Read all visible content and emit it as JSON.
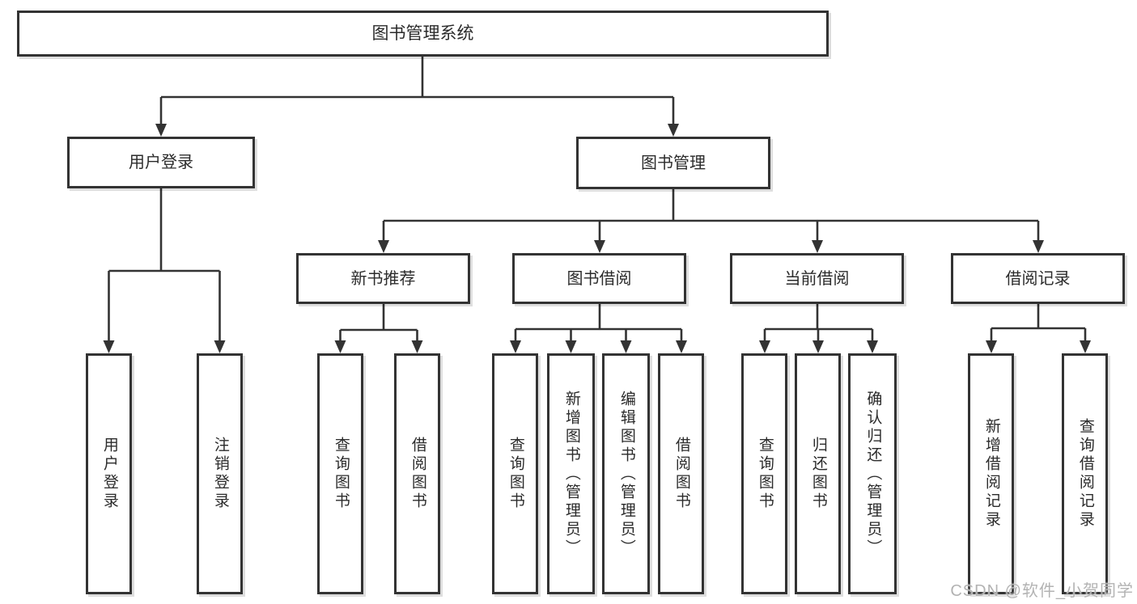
{
  "tree": {
    "label": "图书管理系统",
    "children": [
      {
        "label": "用户登录",
        "children": [
          {
            "label": "用户登录"
          },
          {
            "label": "注销登录"
          }
        ]
      },
      {
        "label": "图书管理",
        "children": [
          {
            "label": "新书推荐",
            "children": [
              {
                "label": "查询图书"
              },
              {
                "label": "借阅图书"
              }
            ]
          },
          {
            "label": "图书借阅",
            "children": [
              {
                "label": "查询图书"
              },
              {
                "label": "新增图书（管理员）"
              },
              {
                "label": "编辑图书（管理员）"
              },
              {
                "label": "借阅图书"
              }
            ]
          },
          {
            "label": "当前借阅",
            "children": [
              {
                "label": "查询图书"
              },
              {
                "label": "归还图书"
              },
              {
                "label": "确认归还（管理员）"
              }
            ]
          },
          {
            "label": "借阅记录",
            "children": [
              {
                "label": "新增借阅记录"
              },
              {
                "label": "查询借阅记录"
              }
            ]
          }
        ]
      }
    ]
  },
  "watermark": {
    "text": "CSDN @软件_小贺同学"
  },
  "colors": {
    "line": "#333333",
    "box_border": "#333333",
    "box_background": "#ffffff",
    "text": "#2b2b2b",
    "watermark": "#b3b3b3",
    "page_background": "#ffffff"
  }
}
